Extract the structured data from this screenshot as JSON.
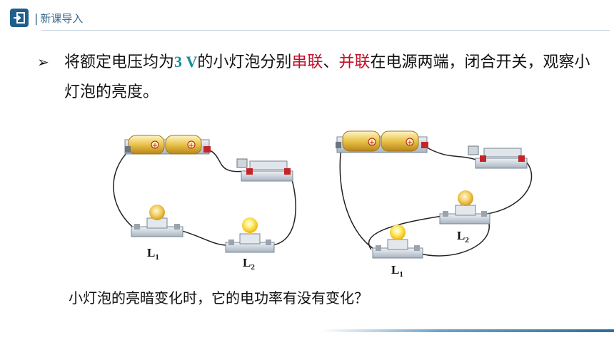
{
  "header": {
    "separator": "|",
    "title": "新课导入"
  },
  "bullet": {
    "mark": "➢",
    "parts": [
      {
        "text": "将额定电压均为",
        "style": "normal"
      },
      {
        "text": "3 V",
        "style": "blue"
      },
      {
        "text": "的小灯泡分别",
        "style": "normal"
      },
      {
        "text": "串联",
        "style": "red"
      },
      {
        "text": "、",
        "style": "normal"
      },
      {
        "text": "并联",
        "style": "red"
      },
      {
        "text": "在电源两端，闭合开关，观察小灯泡的亮度。",
        "style": "normal"
      }
    ]
  },
  "diagram_series": {
    "bulb1_label": "L",
    "bulb1_sub": "1",
    "bulb2_label": "L",
    "bulb2_sub": "2"
  },
  "diagram_parallel": {
    "bulb1_label": "L",
    "bulb1_sub": "1",
    "bulb2_label": "L",
    "bulb2_sub": "2"
  },
  "question": "小灯泡的亮暗变化时，它的电功率有没有变化？",
  "colors": {
    "accent": "#1f5f8b",
    "highlight_blue": "#1a8a9a",
    "highlight_red": "#c0102a"
  }
}
